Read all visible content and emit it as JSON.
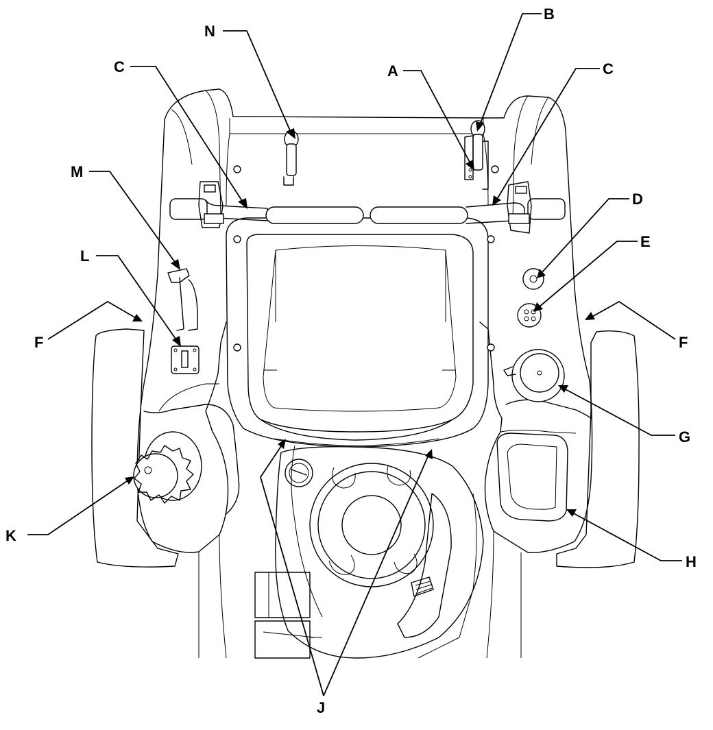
{
  "callouts": {
    "A": "A",
    "B": "B",
    "C_left": "C",
    "C_right": "C",
    "D": "D",
    "E": "E",
    "F_left": "F",
    "F_right": "F",
    "G": "G",
    "H": "H",
    "J": "J",
    "K": "K",
    "L": "L",
    "M": "M",
    "N": "N"
  }
}
